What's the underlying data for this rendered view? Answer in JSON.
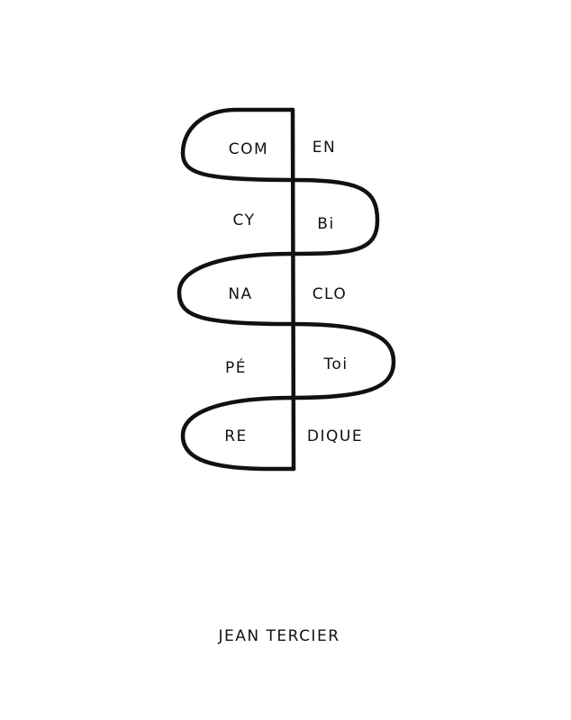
{
  "artwork": {
    "left_column": [
      "COM",
      "CY",
      "NA",
      "PÉ",
      "RE"
    ],
    "right_column": [
      "EN",
      "Bi",
      "CLO",
      "Toi",
      "DIQUE"
    ]
  },
  "author": "JEAN TERCIER",
  "colors": {
    "ink": "#111111",
    "paper": "#ffffff"
  }
}
